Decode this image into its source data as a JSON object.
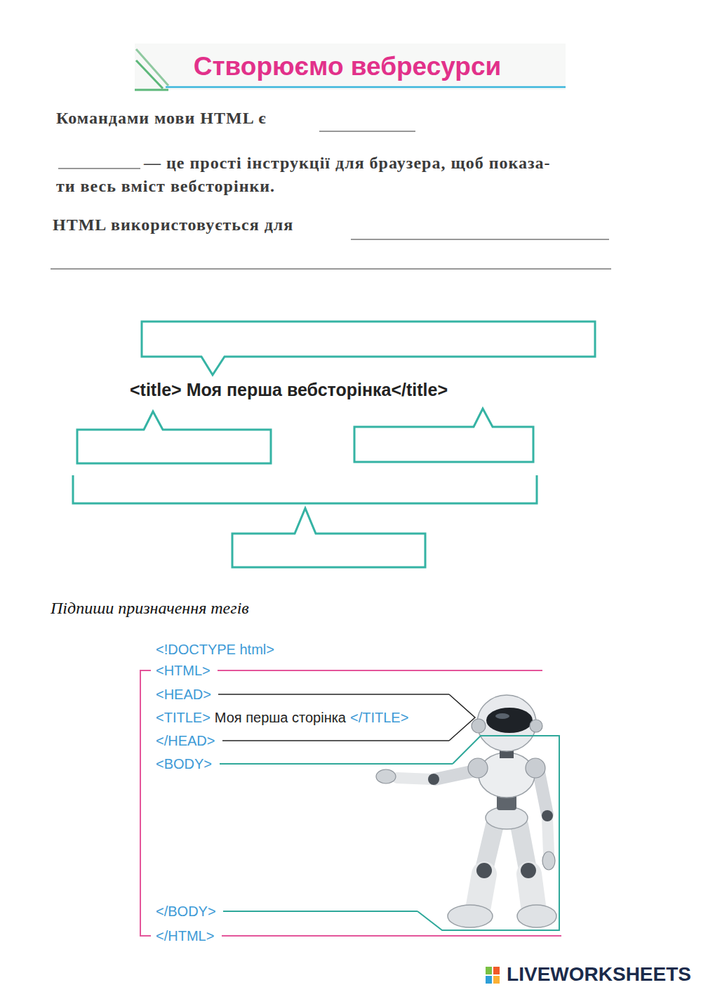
{
  "diagram": {
    "title": "Створюємо вебресурси",
    "labels": [
      "Командами мови HTML є",
      "— це прості інструкції для браузера, щоб показа- ти весь вміст вебсторінки.",
      "HTML використовується для",
      "<title>",
      "Моя перша вебсторінка",
      "</title>",
      "Підпиши призначення тегів",
      "<!DOCTYPE html>",
      "<HTML>",
      "<HEAD>",
      "<TITLE>",
      "Моя перша сторінка",
      "</TITLE>",
      "</HEAD>",
      "<BODY>",
      "</BODY>",
      "</HTML>",
      "LIVEWORKSHEETS"
    ]
  }
}
